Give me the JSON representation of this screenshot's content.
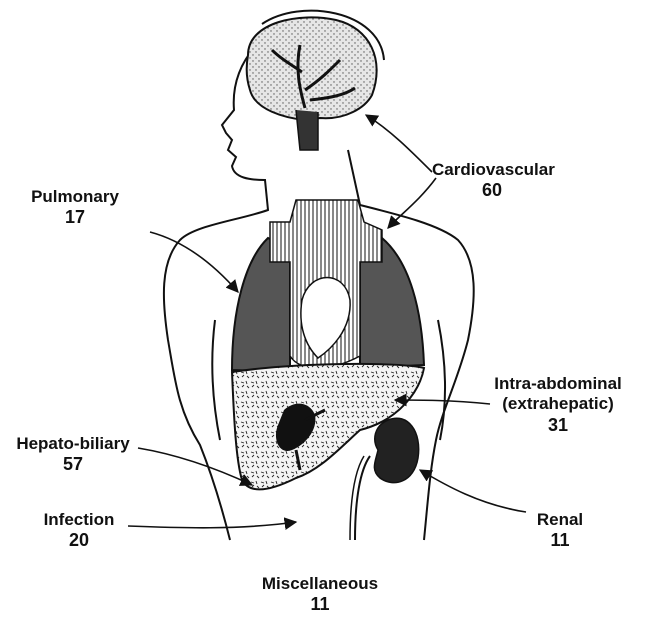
{
  "categories": [
    {
      "id": "cardiovascular",
      "name": "Cardiovascular",
      "count": "60"
    },
    {
      "id": "pulmonary",
      "name": "Pulmonary",
      "count": "17"
    },
    {
      "id": "intra-abdominal",
      "name": "Intra-abdominal",
      "name2": "(extrahepatic)",
      "count": "31"
    },
    {
      "id": "hepato-biliary",
      "name": "Hepato-biliary",
      "count": "57"
    },
    {
      "id": "infection",
      "name": "Infection",
      "count": "20"
    },
    {
      "id": "renal",
      "name": "Renal",
      "count": "11"
    },
    {
      "id": "miscellaneous",
      "name": "Miscellaneous",
      "count": "11"
    }
  ],
  "colors": {
    "ink": "#111111",
    "lung": "#555555",
    "organ_fill": "#f2f2f2",
    "kidney": "#222222",
    "brain": "#dcdcdc"
  },
  "icons": [
    "human-torso-outline",
    "brain-icon",
    "lungs-icon",
    "heart-icon",
    "liver-icon",
    "kidney-icon"
  ]
}
